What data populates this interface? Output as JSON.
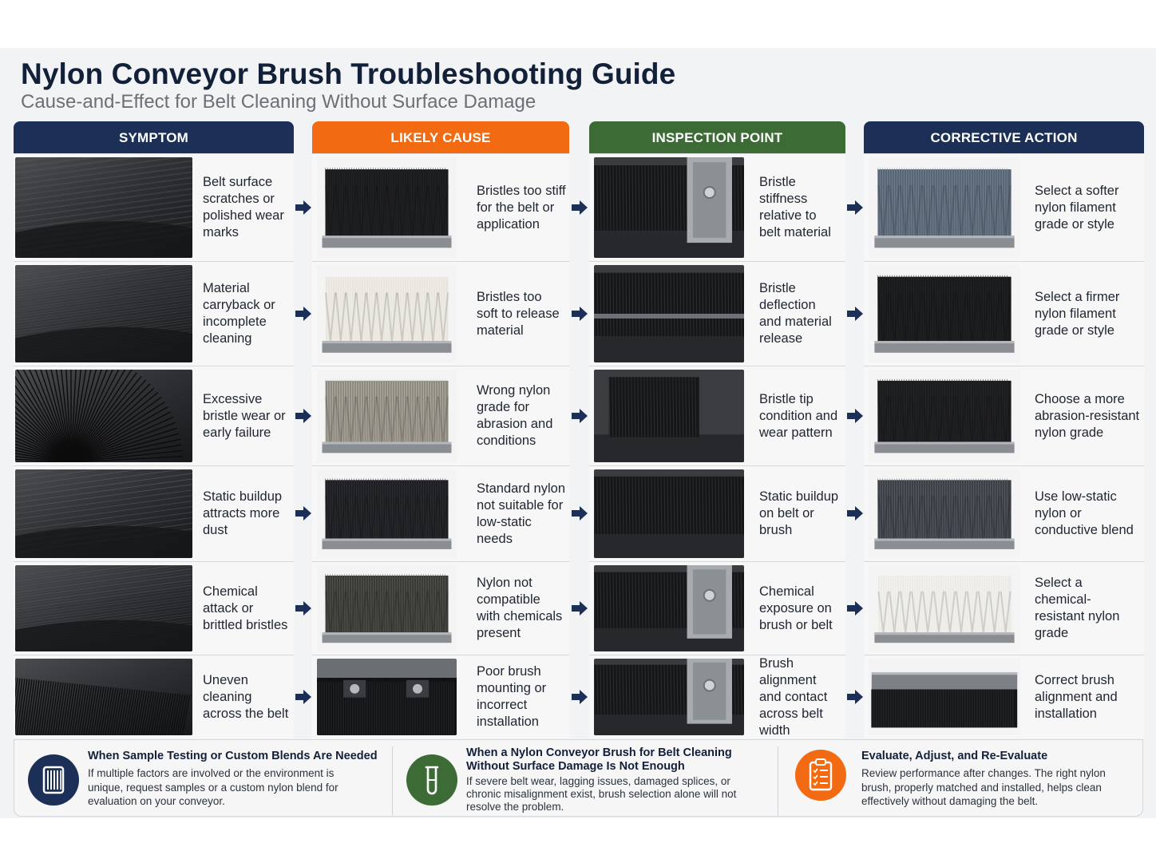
{
  "header": {
    "title": "Nylon Conveyor Brush Troubleshooting Guide",
    "subtitle": "Cause-and-Effect for Belt Cleaning Without Surface Damage"
  },
  "colors": {
    "navy": "#1c2f57",
    "orange": "#f26a12",
    "green": "#3c6b35",
    "arrow": "#1c2f57"
  },
  "columns": [
    {
      "key": "symptom",
      "header": "SYMPTOM",
      "color": "#1c2f57"
    },
    {
      "key": "cause",
      "header": "LIKELY CAUSE",
      "color": "#f26a12"
    },
    {
      "key": "inspection",
      "header": "INSPECTION POINT",
      "color": "#3c6b35"
    },
    {
      "key": "action",
      "header": "CORRECTIVE ACTION",
      "color": "#1c2f57"
    }
  ],
  "rows": [
    {
      "symptom": "Belt surface scratches or polished wear marks",
      "cause": "Bristles too stiff for the belt or application",
      "inspection": "Bristle stiffness relative to belt material",
      "action": "Select a softer nylon filament grade or style"
    },
    {
      "symptom": "Material carryback or incomplete cleaning",
      "cause": "Bristles too soft to release material",
      "inspection": "Bristle deflection and material release",
      "action": "Select a firmer nylon filament grade or style"
    },
    {
      "symptom": "Excessive bristle wear or early failure",
      "cause": "Wrong nylon grade for abrasion and conditions",
      "inspection": "Bristle tip condition and wear pattern",
      "action": "Choose a more abrasion-resistant nylon grade"
    },
    {
      "symptom": "Static buildup attracts more dust",
      "cause": "Standard nylon not suitable for low-static needs",
      "inspection": "Static buildup on belt or brush",
      "action": "Use low-static nylon or conductive blend"
    },
    {
      "symptom": "Chemical attack or brittled bristles",
      "cause": "Nylon not compatible with chemicals present",
      "inspection": "Chemical exposure on brush or belt",
      "action": "Select a chemical-resistant nylon grade"
    },
    {
      "symptom": "Uneven cleaning across the belt",
      "cause": "Poor brush mounting or incorrect installation",
      "inspection": "Brush alignment and contact across belt width",
      "action": "Correct brush alignment and installation"
    }
  ],
  "footer": [
    {
      "icon": "brush-cross-section-icon",
      "color": "#1c2f57",
      "title": "When Sample Testing or Custom Blends Are Needed",
      "text": "If multiple factors are involved or the environment is unique, request samples or a custom nylon blend for evaluation on your conveyor."
    },
    {
      "icon": "test-tube-icon",
      "color": "#3c6b35",
      "title": "When a Nylon Conveyor Brush for Belt Cleaning Without Surface Damage Is Not Enough",
      "text": "If severe belt wear, lagging issues, damaged splices, or chronic misalignment exist, brush selection alone will not resolve the problem."
    },
    {
      "icon": "clipboard-checklist-icon",
      "color": "#f26a12",
      "title": "Evaluate, Adjust, and Re-Evaluate",
      "text": "Review performance after changes. The right nylon brush, properly matched and installed, helps clean effectively without damaging the belt."
    }
  ]
}
